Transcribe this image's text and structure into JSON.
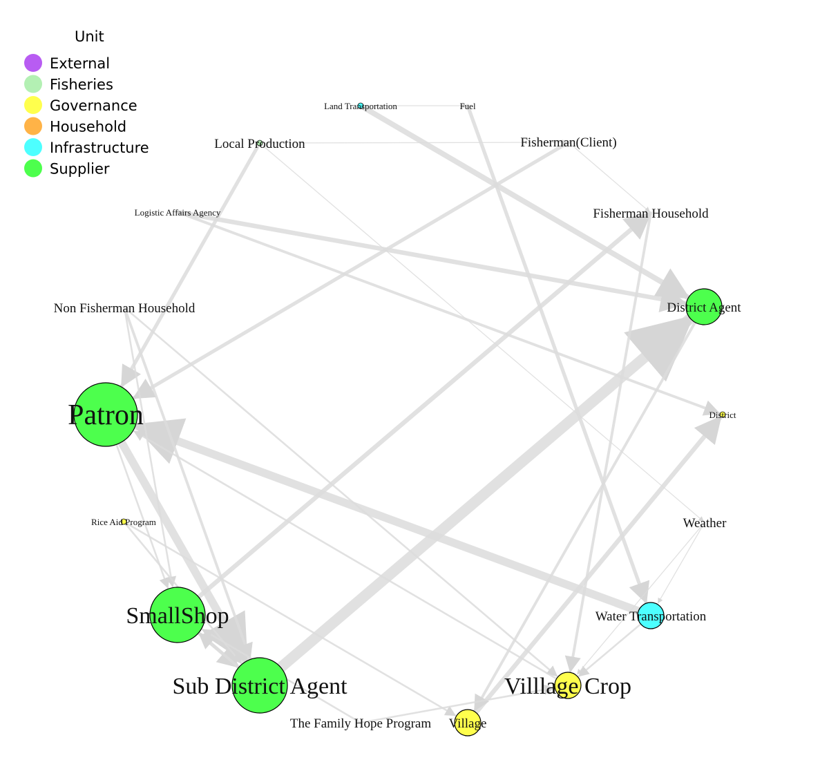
{
  "legend": {
    "title": "Unit",
    "items": [
      {
        "label": "External",
        "color": "#b85cf2"
      },
      {
        "label": "Fisheries",
        "color": "#b3f0b3"
      },
      {
        "label": "Governance",
        "color": "#ffff4d"
      },
      {
        "label": "Household",
        "color": "#ffb347"
      },
      {
        "label": "Infrastructure",
        "color": "#4dffff"
      },
      {
        "label": "Supplier",
        "color": "#4dff4d"
      }
    ]
  },
  "nodes": [
    {
      "id": "land",
      "label": "Land Transportation",
      "unit": "Infrastructure",
      "size": "tiny",
      "font": "small"
    },
    {
      "id": "fuel",
      "label": "Fuel",
      "unit": null,
      "size": "none",
      "font": "small"
    },
    {
      "id": "localprod",
      "label": "Local Production",
      "unit": "Fisheries",
      "size": "tiny",
      "font": "medium"
    },
    {
      "id": "fclient",
      "label": "Fisherman(Client)",
      "unit": null,
      "size": "none",
      "font": "medium"
    },
    {
      "id": "logistic",
      "label": "Logistic Affairs Agency",
      "unit": null,
      "size": "none",
      "font": "small"
    },
    {
      "id": "fhouse",
      "label": "Fisherman Household",
      "unit": null,
      "size": "none",
      "font": "medium"
    },
    {
      "id": "nonfisher",
      "label": "Non Fisherman Household",
      "unit": null,
      "size": "none",
      "font": "medium"
    },
    {
      "id": "distagent",
      "label": "District Agent",
      "unit": "Supplier",
      "size": "medium",
      "font": "medium"
    },
    {
      "id": "patron",
      "label": "Patron",
      "unit": "Supplier",
      "size": "xlarge",
      "font": "xlarge"
    },
    {
      "id": "district",
      "label": "District",
      "unit": "Governance",
      "size": "tiny",
      "font": "small"
    },
    {
      "id": "rice",
      "label": "Rice Aid Program",
      "unit": "Governance",
      "size": "tiny",
      "font": "small"
    },
    {
      "id": "weather",
      "label": "Weather",
      "unit": null,
      "size": "none",
      "font": "medium"
    },
    {
      "id": "smallshop",
      "label": "SmallShop",
      "unit": "Supplier",
      "size": "large",
      "font": "large"
    },
    {
      "id": "watertrans",
      "label": "Water Transportation",
      "unit": "Infrastructure",
      "size": "small",
      "font": "medium"
    },
    {
      "id": "subdist",
      "label": "Sub District Agent",
      "unit": "Supplier",
      "size": "large",
      "font": "large"
    },
    {
      "id": "villcrop",
      "label": "Villlage Crop",
      "unit": "Governance",
      "size": "small",
      "font": "large"
    },
    {
      "id": "familyhope",
      "label": "The Family Hope Program",
      "unit": null,
      "size": "none",
      "font": "medium"
    },
    {
      "id": "village",
      "label": "Village",
      "unit": "Governance",
      "size": "small",
      "font": "medium"
    }
  ],
  "edges": [
    {
      "from": "subdist",
      "to": "distagent",
      "weight": 12
    },
    {
      "from": "watertrans",
      "to": "patron",
      "weight": 9
    },
    {
      "from": "patron",
      "to": "subdist",
      "weight": 9
    },
    {
      "from": "land",
      "to": "distagent",
      "weight": 6
    },
    {
      "from": "smallshop",
      "to": "fhouse",
      "weight": 5
    },
    {
      "from": "logistic",
      "to": "distagent",
      "weight": 5
    },
    {
      "from": "village",
      "to": "district",
      "weight": 5
    },
    {
      "from": "fuel",
      "to": "watertrans",
      "weight": 4
    },
    {
      "from": "localprod",
      "to": "patron",
      "weight": 4
    },
    {
      "from": "fclient",
      "to": "patron",
      "weight": 4
    },
    {
      "from": "distagent",
      "to": "village",
      "weight": 3
    },
    {
      "from": "fhouse",
      "to": "villcrop",
      "weight": 3
    },
    {
      "from": "logistic",
      "to": "district",
      "weight": 3
    },
    {
      "from": "nonfisher",
      "to": "subdist",
      "weight": 3
    },
    {
      "from": "nonfisher",
      "to": "villcrop",
      "weight": 2
    },
    {
      "from": "nonfisher",
      "to": "smallshop",
      "weight": 2
    },
    {
      "from": "rice",
      "to": "village",
      "weight": 2
    },
    {
      "from": "smallshop",
      "to": "subdist",
      "weight": 4
    },
    {
      "from": "subdist",
      "to": "smallshop",
      "weight": 3
    },
    {
      "from": "patron",
      "to": "smallshop",
      "weight": 2
    },
    {
      "from": "familyhope",
      "to": "smallshop",
      "weight": 2
    },
    {
      "from": "familyhope",
      "to": "villcrop",
      "weight": 2
    },
    {
      "from": "rice",
      "to": "subdist",
      "weight": 2
    },
    {
      "from": "watertrans",
      "to": "villcrop",
      "weight": 2
    },
    {
      "from": "weather",
      "to": "watertrans",
      "weight": 1
    },
    {
      "from": "weather",
      "to": "villcrop",
      "weight": 1
    },
    {
      "from": "localprod",
      "to": "weather",
      "weight": 1
    },
    {
      "from": "land",
      "to": "fuel",
      "weight": 1
    },
    {
      "from": "localprod",
      "to": "fclient",
      "weight": 1
    },
    {
      "from": "fclient",
      "to": "fhouse",
      "weight": 1
    },
    {
      "from": "villcrop",
      "to": "patron",
      "weight": 2
    }
  ]
}
